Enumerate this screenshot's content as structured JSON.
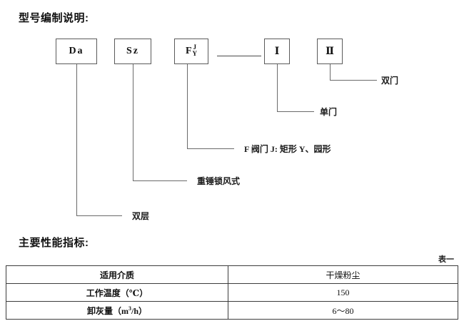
{
  "document": {
    "model_section": {
      "heading": "型号编制说明:",
      "boxes": [
        {
          "id": "da",
          "text": "Da",
          "type": "simple"
        },
        {
          "id": "sz",
          "text": "Sz",
          "type": "simple"
        },
        {
          "id": "fjy",
          "main": "F",
          "upper": "J",
          "lower": "Y",
          "type": "stacked"
        },
        {
          "id": "roman-one",
          "text": "Ⅰ",
          "type": "simple"
        },
        {
          "id": "roman-two",
          "text": "Ⅱ",
          "type": "simple"
        }
      ],
      "annotations": [
        {
          "id": "shuangceng",
          "label": "双层",
          "source_box": "da"
        },
        {
          "id": "zhongchuisuofengshi",
          "label": "重锤锁风式",
          "source_box": "sz"
        },
        {
          "id": "famen",
          "label": "F 阀门 J: 矩形 Y、园形",
          "source_box": "fjy"
        },
        {
          "id": "danmen",
          "label": "单门",
          "source_box": "roman-one"
        },
        {
          "id": "shuangmen",
          "label": "双门",
          "source_box": "roman-two"
        }
      ]
    },
    "specs_section": {
      "heading": "主要性能指标:",
      "table_caption": "表一",
      "table": {
        "rows": [
          {
            "label": "适用介质",
            "value": "干燥粉尘"
          },
          {
            "label_prefix": "工作温度（",
            "label_unit": "℃",
            "label_suffix": "）",
            "value": "150"
          },
          {
            "label_prefix": "卸灰量（m",
            "label_sup": "3",
            "label_suffix": "/h）",
            "value": "6～80"
          }
        ]
      }
    }
  },
  "colors": {
    "text": "#111111",
    "box_border": "#5a5a5a",
    "leader_line": "#6a6a6a",
    "table_border": "#3c3c3c",
    "background": "#ffffff"
  }
}
